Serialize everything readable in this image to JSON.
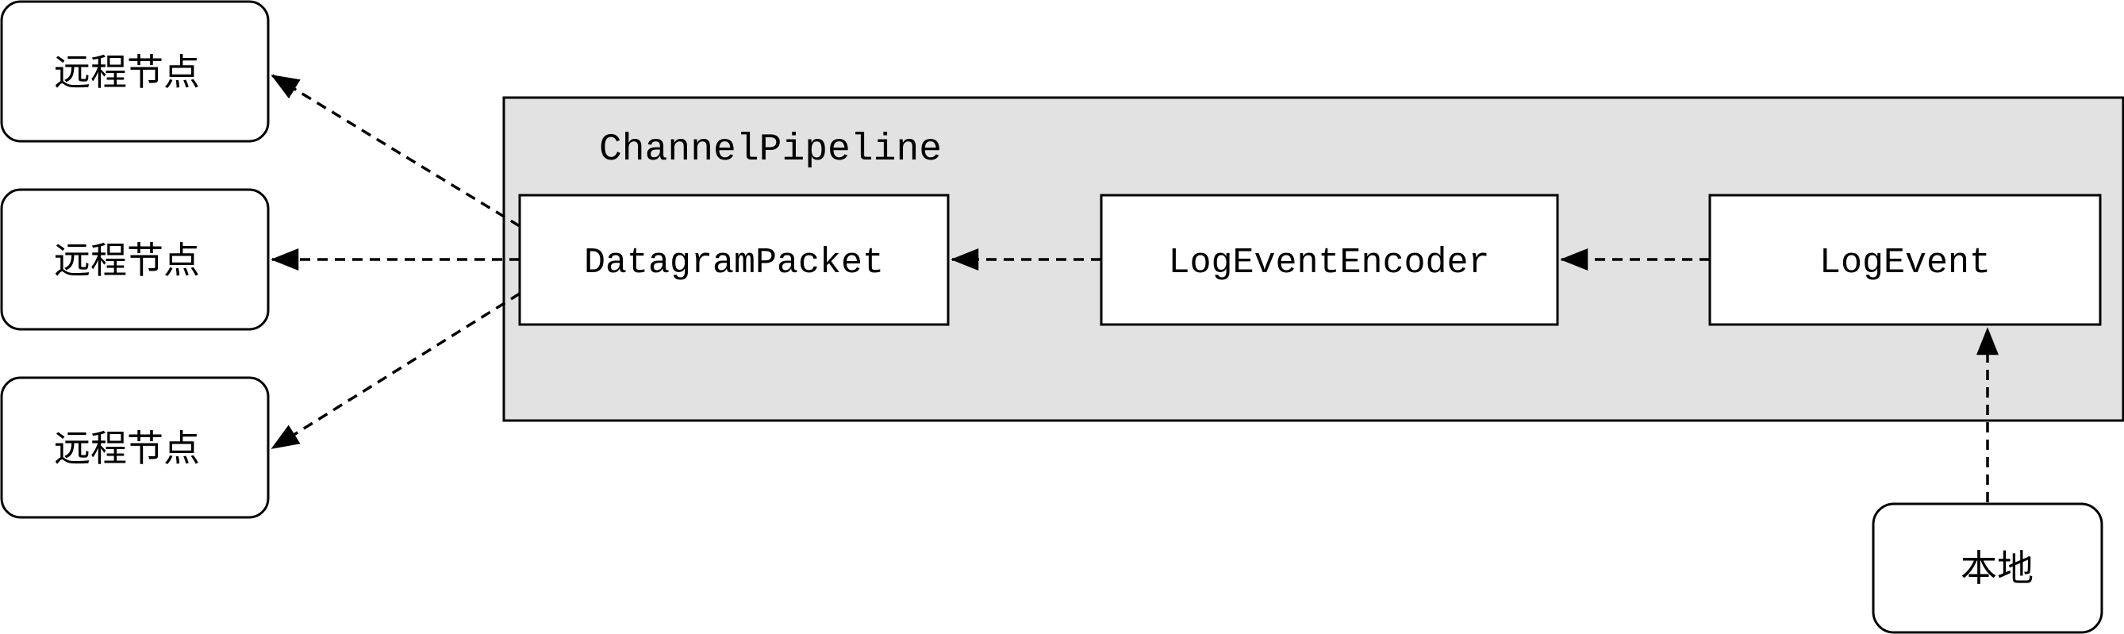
{
  "pipeline": {
    "label": "ChannelPipeline"
  },
  "remote_nodes": [
    {
      "label": "远程节点"
    },
    {
      "label": "远程节点"
    },
    {
      "label": "远程节点"
    }
  ],
  "handlers": {
    "datagram_packet": "DatagramPacket",
    "encoder": "LogEventEncoder",
    "log_event": "LogEvent"
  },
  "local_node": {
    "label": "本地"
  }
}
